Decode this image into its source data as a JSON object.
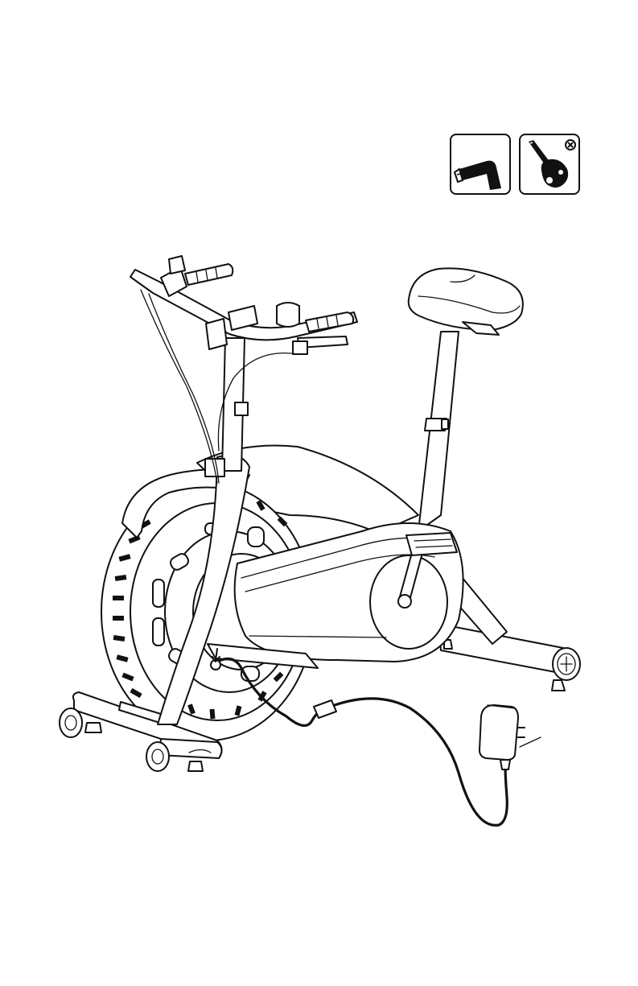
{
  "tools": [
    {
      "name": "allen-wrench",
      "icon": "allen-wrench-icon"
    },
    {
      "name": "screwdriver-multitool",
      "icon": "screwdriver-multitool-icon"
    }
  ],
  "figure": {
    "subject": "exercise-bike",
    "components": [
      "handlebars",
      "console",
      "seat",
      "seat-post",
      "fan-wheel",
      "pedals",
      "front-stabilizer",
      "rear-stabilizer",
      "power-cord",
      "ac-adapter"
    ]
  },
  "colors": {
    "line": "#111111",
    "background": "#ffffff"
  }
}
